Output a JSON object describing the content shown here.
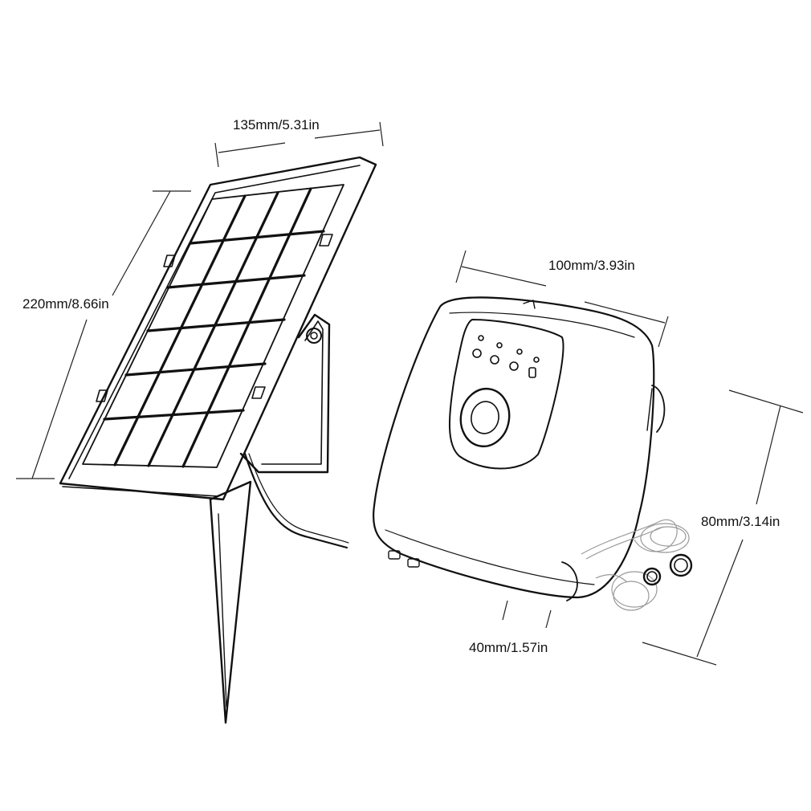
{
  "dimensions": {
    "panel_width": "135mm/5.31in",
    "panel_height": "220mm/8.66in",
    "pump_width": "100mm/3.93in",
    "pump_height": "80mm/3.14in",
    "pump_depth": "40mm/1.57in"
  },
  "colors": {
    "line": "#111111",
    "background": "#ffffff",
    "cell_hatch": "#777777"
  },
  "icons": [
    "solar-panel-icon",
    "air-pump-icon",
    "suction-cup-icon",
    "air-stone-icon",
    "air-tube-icon"
  ]
}
